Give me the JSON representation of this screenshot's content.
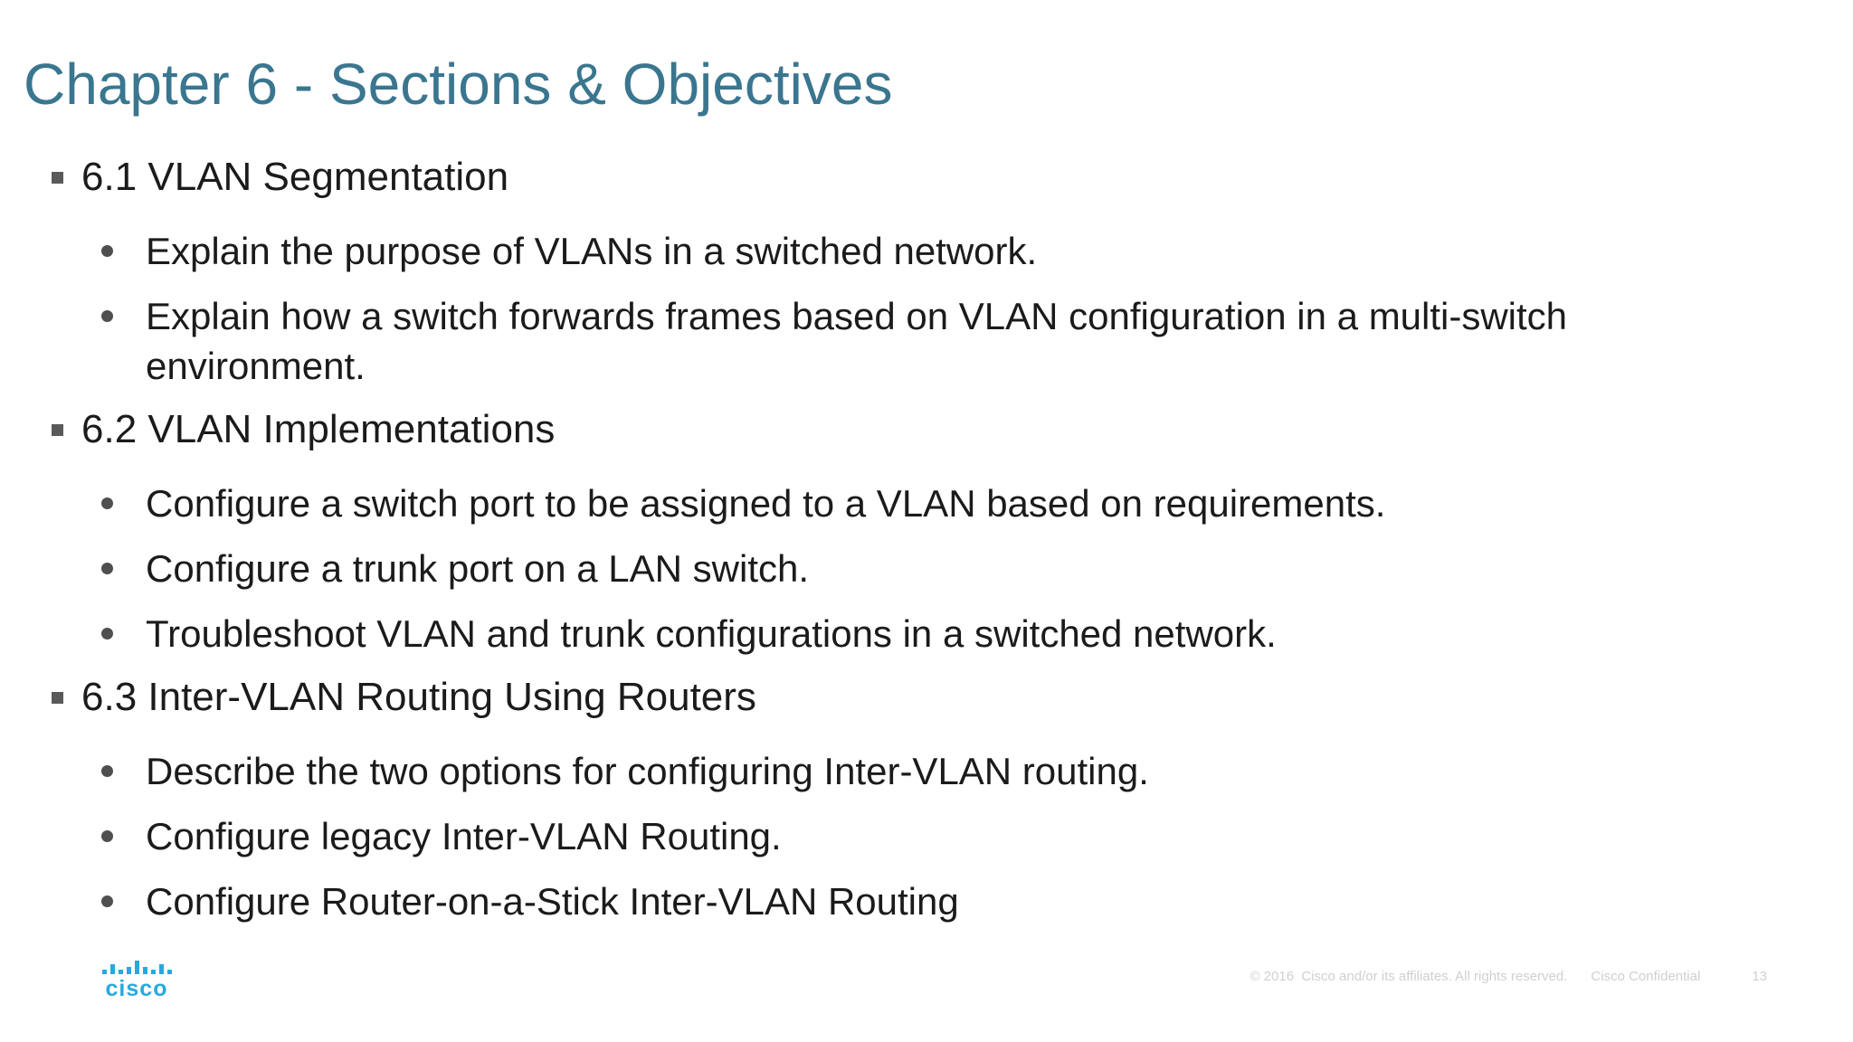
{
  "slide": {
    "title": "Chapter 6 - Sections & Objectives",
    "sections": [
      {
        "heading": "6.1 VLAN Segmentation",
        "objectives": [
          "Explain the purpose of VLANs in a switched network.",
          "Explain how a switch forwards frames based on VLAN configuration in a multi-switch environment."
        ]
      },
      {
        "heading": "6.2 VLAN Implementations",
        "objectives": [
          "Configure a switch port to be assigned to a VLAN based on requirements.",
          "Configure a trunk port on a LAN switch.",
          "Troubleshoot VLAN and trunk configurations in a switched network."
        ]
      },
      {
        "heading": "6.3 Inter-VLAN Routing Using Routers",
        "objectives": [
          "Describe the two options for configuring Inter-VLAN routing.",
          "Configure legacy Inter-VLAN Routing.",
          "Configure Router-on-a-Stick Inter-VLAN Routing"
        ]
      }
    ]
  },
  "footer": {
    "logo_text": "cisco",
    "copyright": "© 2016  Cisco and/or its affiliates. All rights reserved.",
    "confidential": "Cisco Confidential",
    "page_number": "13"
  },
  "colors": {
    "title_teal": "#3a768f",
    "body_text": "#1b1b1b",
    "square_bullet": "#5a5a5a",
    "dot_bullet": "#4f4f4f",
    "footer_gray": "#d0d0d0",
    "cisco_blue": "#29a8df"
  }
}
